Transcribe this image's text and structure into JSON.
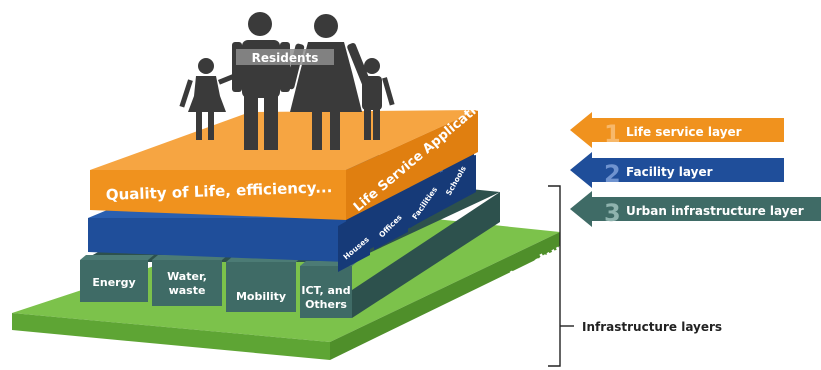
{
  "colors": {
    "orange": "#F0921E",
    "orange_dark": "#C86E10",
    "blue": "#1F4E9A",
    "blue_dark": "#163A78",
    "teal": "#3F6B66",
    "teal_dark": "#2D514D",
    "green": "#6DB33F",
    "green_dark": "#4F8F2A",
    "person": "#3A3A3A",
    "bracket": "#222222"
  },
  "residents": {
    "label": "Residents"
  },
  "orange_layer": {
    "top_label": "Life Service Applications",
    "front_label": "Quality of Life, efficiency..."
  },
  "blue_layer": {
    "buildings": [
      "Houses",
      "Offices",
      "Facilities",
      "Schools"
    ]
  },
  "teal_layer": {
    "blocks": [
      {
        "line1": "Energy",
        "line2": ""
      },
      {
        "line1": "Water,",
        "line2": "waste"
      },
      {
        "line1": "Mobility",
        "line2": ""
      },
      {
        "line1": "ICT, and",
        "line2": "Others"
      }
    ]
  },
  "green_layer": {
    "label": "Wide-area infrastructure"
  },
  "legend": [
    {
      "num": "1",
      "text": "Life service layer",
      "color": "#F0921E"
    },
    {
      "num": "2",
      "text": "Facility layer",
      "color": "#1F4E9A"
    },
    {
      "num": "3",
      "text": "Urban infrastructure layer",
      "color": "#3F6B66"
    }
  ],
  "bracket_label": "Infrastructure layers"
}
